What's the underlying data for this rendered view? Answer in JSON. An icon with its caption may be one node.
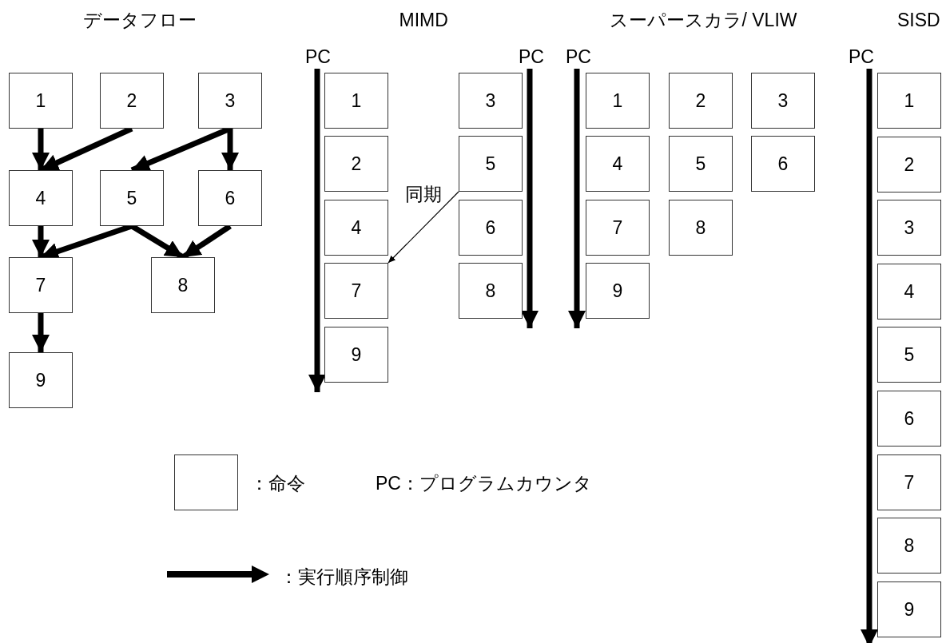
{
  "diagram": {
    "nodes": [
      {
        "text": [
          "1"
        ]
      },
      {
        "text": [
          "2"
        ]
      },
      {
        "text": [
          "3"
        ]
      },
      {
        "text": [
          "4"
        ]
      },
      {
        "text": [
          "5"
        ]
      },
      {
        "text": [
          "6"
        ]
      },
      {
        "text": [
          "7"
        ]
      },
      {
        "text": [
          "8"
        ]
      },
      {
        "text": [
          "9"
        ]
      },
      {
        "text": [
          "PC"
        ]
      },
      {
        "text": [
          "1"
        ]
      },
      {
        "text": [
          "2"
        ]
      },
      {
        "text": [
          "4"
        ]
      },
      {
        "text": [
          "7"
        ]
      },
      {
        "text": [
          "9"
        ]
      },
      {
        "text": [
          "PC"
        ]
      },
      {
        "text": [
          "3"
        ]
      },
      {
        "text": [
          "5"
        ]
      },
      {
        "text": [
          "6"
        ]
      },
      {
        "text": [
          "8"
        ]
      },
      {
        "text": [
          "PC"
        ]
      },
      {
        "text": [
          "1"
        ]
      },
      {
        "text": [
          "2"
        ]
      },
      {
        "text": [
          "3"
        ]
      },
      {
        "text": [
          "4"
        ]
      },
      {
        "text": [
          "5"
        ]
      },
      {
        "text": [
          "6"
        ]
      },
      {
        "text": [
          "7"
        ]
      },
      {
        "text": [
          "8"
        ]
      },
      {
        "text": [
          "9"
        ]
      },
      {
        "text": [
          "PC"
        ]
      },
      {
        "text": [
          "1"
        ]
      },
      {
        "text": [
          "2"
        ]
      },
      {
        "text": [
          "3"
        ]
      },
      {
        "text": [
          "4"
        ]
      },
      {
        "text": [
          "5"
        ]
      },
      {
        "text": [
          "6"
        ]
      },
      {
        "text": [
          "7"
        ]
      },
      {
        "text": [
          "8"
        ]
      },
      {
        "text": [
          "9"
        ]
      },
      {
        "text": [],
        "shape": "box"
      }
    ],
    "edges": [
      {
        "from": 0,
        "to": 3,
        "arrow": "to"
      },
      {
        "from": 1,
        "to": 3,
        "arrow": "to"
      },
      {
        "from": 2,
        "to": 4,
        "arrow": "to"
      },
      {
        "from": 2,
        "to": 5,
        "arrow": "to"
      },
      {
        "from": 3,
        "to": 6,
        "arrow": "to"
      },
      {
        "from": 4,
        "to": 6,
        "arrow": "to"
      },
      {
        "from": 4,
        "to": 7,
        "arrow": "to"
      },
      {
        "from": 5,
        "to": 7,
        "arrow": "to"
      },
      {
        "from": 6,
        "to": 8,
        "arrow": "to"
      },
      {
        "from": 9,
        "to": 14,
        "arrow": "to"
      },
      {
        "from": 15,
        "to": 19,
        "arrow": "to"
      },
      {
        "from": 20,
        "to": 29,
        "arrow": "to"
      },
      {
        "from": 30,
        "to": 39,
        "arrow": "to"
      },
      {
        "from": 17,
        "to": 13,
        "arrow": "to",
        "label": "同期"
      }
    ],
    "labels": [
      "データフロー",
      "MIMD",
      "スーパースカラ/ VLIW",
      "SISD",
      "PC：プログラムカウンタ"
    ],
    "legend": [
      {
        "text": "：命令"
      },
      {
        "text": "：実行順序制御"
      }
    ]
  }
}
